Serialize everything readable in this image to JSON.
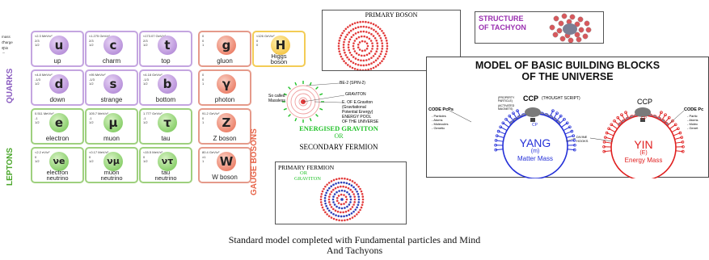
{
  "standard_model": {
    "row_labels": [
      "mass →",
      "charge →",
      "spin →"
    ],
    "group_labels": {
      "quarks": "QUARKS",
      "leptons": "LEPTONS",
      "gauge": "GAUGE BOSONS"
    },
    "particles": [
      {
        "symbol": "u",
        "name": "up",
        "meta": "≈2.3 MeV/c²\n2/3\n1/2",
        "kind": "quark"
      },
      {
        "symbol": "c",
        "name": "charm",
        "meta": "≈1.275 GeV/c²\n2/3\n1/2",
        "kind": "quark"
      },
      {
        "symbol": "t",
        "name": "top",
        "meta": "≈173.07 GeV/c²\n2/3\n1/2",
        "kind": "quark"
      },
      {
        "symbol": "g",
        "name": "gluon",
        "meta": "0\n0\n1",
        "kind": "gauge"
      },
      {
        "symbol": "H",
        "name": "Higgs\nboson",
        "meta": "≈126 GeV/c²\n0\n0",
        "kind": "higgs"
      },
      {
        "symbol": "d",
        "name": "down",
        "meta": "≈4.8 MeV/c²\n-1/3\n1/2",
        "kind": "quark"
      },
      {
        "symbol": "s",
        "name": "strange",
        "meta": "≈95 MeV/c²\n-1/3\n1/2",
        "kind": "quark"
      },
      {
        "symbol": "b",
        "name": "bottom",
        "meta": "≈4.18 GeV/c²\n-1/3\n1/2",
        "kind": "quark"
      },
      {
        "symbol": "γ",
        "name": "photon",
        "meta": "0\n0\n1",
        "kind": "gauge"
      },
      {
        "symbol": "e",
        "name": "electron",
        "meta": "0.511 MeV/c²\n-1\n1/2",
        "kind": "lepton"
      },
      {
        "symbol": "μ",
        "name": "muon",
        "meta": "105.7 MeV/c²\n-1\n1/2",
        "kind": "lepton"
      },
      {
        "symbol": "τ",
        "name": "tau",
        "meta": "1.777 GeV/c²\n-1\n1/2",
        "kind": "lepton"
      },
      {
        "symbol": "Z",
        "name": "Z boson",
        "meta": "91.2 GeV/c²\n0\n1",
        "kind": "gauge"
      },
      {
        "symbol": "νe",
        "name": "electron\nneutrino",
        "meta": "<2.2 eV/c²\n0\n1/2",
        "kind": "lepton"
      },
      {
        "symbol": "νμ",
        "name": "muon\nneutrino",
        "meta": "<0.17 MeV/c²\n0\n1/2",
        "kind": "lepton"
      },
      {
        "symbol": "ντ",
        "name": "tau\nneutrino",
        "meta": "<15.5 MeV/c²\n0\n1/2",
        "kind": "lepton"
      },
      {
        "symbol": "W",
        "name": "W boson",
        "meta": "80.4 GeV/c²\n±1\n1",
        "kind": "gauge"
      }
    ]
  },
  "primary_boson": {
    "title": "PRIMARY BOSON"
  },
  "tachyon": {
    "title_line1": "STRUCTURE",
    "title_line2": "OF TACHYON"
  },
  "graviton": {
    "label_be2": "BE-2 (SPIN-2)",
    "label_graviton": "GRAVITON",
    "label_so_called": "So called\nMassless",
    "label_energy": "E. OF E.Graviton\n(Gravitational\nPotential Energy)\nENERGY POOL\nOF THE UNIVERSE",
    "title_main": "ENERGISED GRAVITON",
    "title_or": "OR",
    "title_sub": "SECONDARY FERMION"
  },
  "primary_fermion": {
    "title": "PRIMARY FERMION",
    "or": "OR",
    "sub": "GRAVITON"
  },
  "model": {
    "title_line1": "MODEL OF BASIC BUILDING BLOCKS",
    "title_line2": "OF THE UNIVERSE",
    "ccp_left": "CCP",
    "ccp_left_note": "(THOUGHT SCRIPT)",
    "ccp_right": "CCP",
    "cp": "CP",
    "code_left": "CODE PcPs",
    "code_left_list": "- Particles\n- Atoms\n- Molecules\n- Genetic",
    "code_right": "CODE Pc",
    "code_right_list": "- Partic\n- Atoms\n- Molec\n- Genet",
    "property_note": "(PROPERTY\nPARTICLE)",
    "activated_note": "(ACTIVATED\nMAGNETS)",
    "divine_hooks": "DIVINE\nHOOKS",
    "yang": "YANG",
    "yang_m": "(m)",
    "yang_sub": "Matter Mass",
    "yin": "YIN",
    "yin_e": "(E)",
    "yin_sub": "Energy Mass"
  },
  "caption": {
    "line1": "Standard model completed with Fundamental particles and Mind",
    "line2": "And Tachyons"
  },
  "colors": {
    "quark": "#a678d0",
    "lepton": "#6cc24a",
    "gauge": "#e7654a",
    "higgs": "#f1b823",
    "yang": "#2430d8",
    "yin": "#e02020",
    "dot_red": "#e23a3a",
    "dot_blue": "#2b3fb8"
  }
}
